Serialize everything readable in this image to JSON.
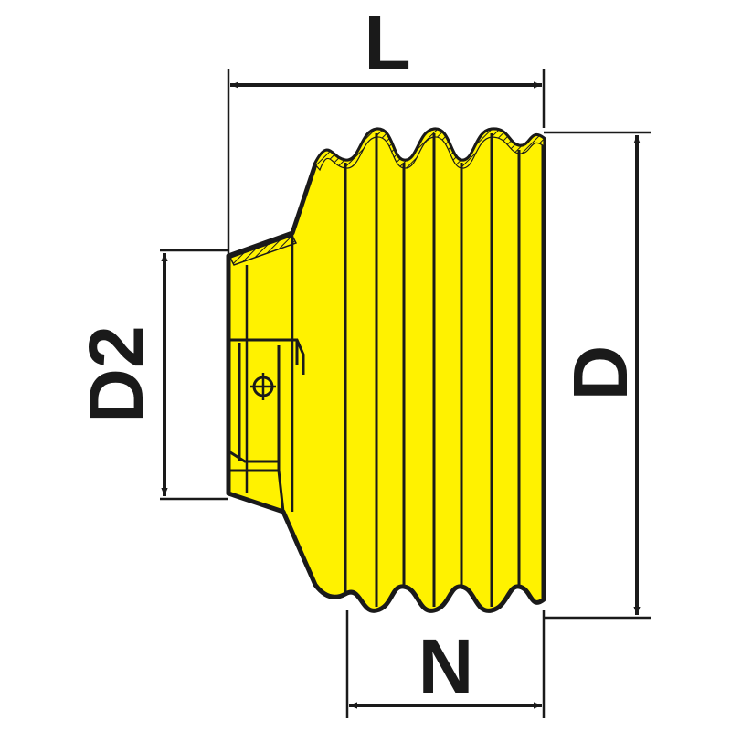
{
  "diagram": {
    "part": "bellows-boot",
    "body_color": "#FFF200",
    "line_color": "#1a1a1a",
    "dimensions": {
      "length_label": "L",
      "outer_diameter_label": "D",
      "inner_diameter_label": "D2",
      "corrugation_length_label": "N"
    }
  }
}
